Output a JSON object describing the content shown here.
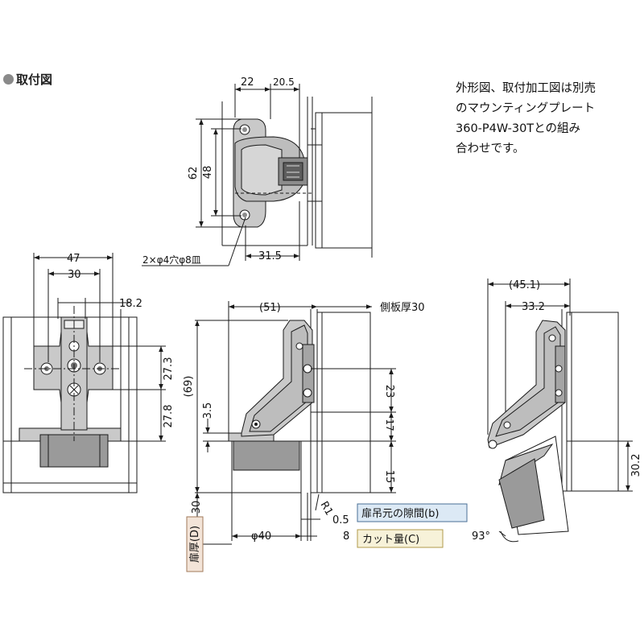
{
  "header": {
    "title": "取付図"
  },
  "note": {
    "lines": [
      "外形図、取付加工図は別売",
      "のマウンティングプレート",
      "360-P4W-30Tとの組み",
      "合わせです。"
    ]
  },
  "top_view": {
    "dim_22": "22",
    "dim_20_5": "20.5",
    "dim_62": "62",
    "dim_48": "48",
    "dim_31_5": "31.5",
    "holes_label": "2×φ4穴φ8皿"
  },
  "left_view": {
    "dim_47": "47",
    "dim_30": "30",
    "dim_18_2": "18.2",
    "dim_27_3": "27.3",
    "dim_27_8": "27.8"
  },
  "mid_view": {
    "dim_51": "(51)",
    "side_panel": "側板厚30",
    "dim_69": "(69)",
    "dim_3_5": "3.5",
    "dim_23": "23",
    "dim_17": "17",
    "dim_15": "15",
    "dim_R1": "R1",
    "dim_30": "30",
    "dim_phi40": "φ40",
    "dim_0_5": "0.5",
    "dim_8": "8",
    "gap_label": "扉吊元の隙間(b)",
    "cut_label": "カット量(C)",
    "door_label": "扉厚(D)"
  },
  "right_view": {
    "dim_45_1": "(45.1)",
    "dim_33_2": "33.2",
    "dim_30_2": "30.2",
    "angle": "93°"
  },
  "colors": {
    "line": "#1a1a1a",
    "metal_fill": "#c9c9c9",
    "metal_dark": "#8c8c8c",
    "dark_block": "#9a9a9a",
    "gap_box": "#dce9f5",
    "cut_box": "#f7f2d9",
    "door_box": "#f3e4d8"
  }
}
